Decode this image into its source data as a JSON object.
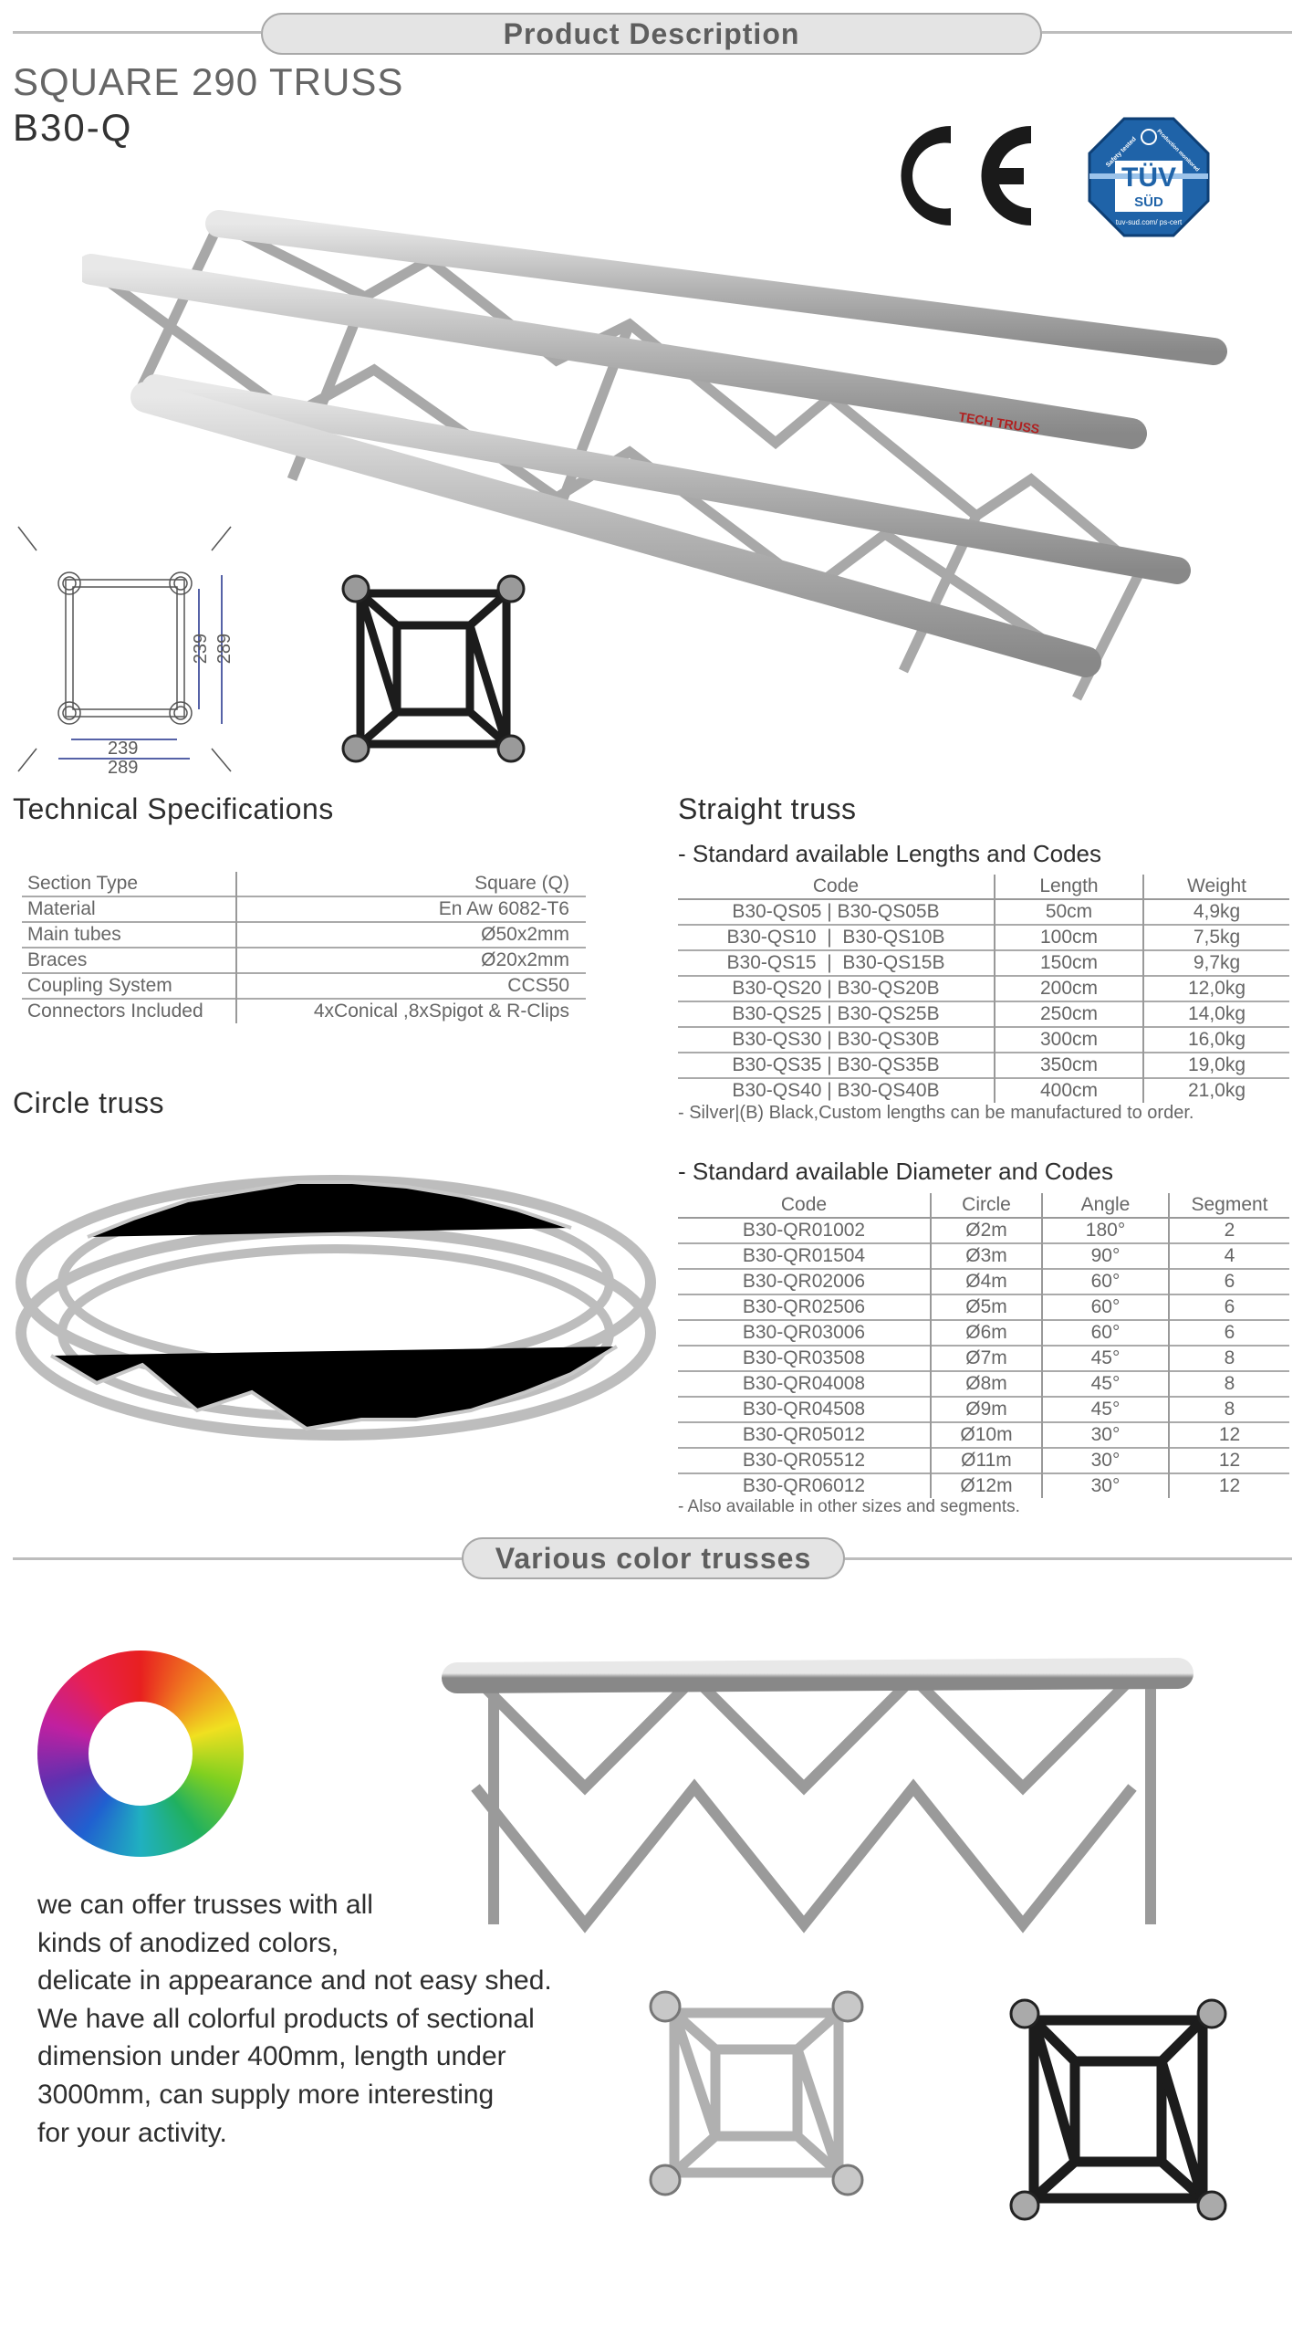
{
  "header": {
    "title": "Product Description"
  },
  "product": {
    "name": "SQUARE 290 TRUSS",
    "code": "B30-Q"
  },
  "certifications": {
    "ce": "CE",
    "tuv": {
      "top_left": "Safety tested",
      "top_right": "Production monitored",
      "name": "TÜV",
      "sub": "SÜD",
      "url": "tuv-sud.com/ ps-cert"
    }
  },
  "diagram": {
    "inner_h": "239",
    "outer_h": "289",
    "inner_w": "239",
    "outer_w": "289"
  },
  "tech_specs": {
    "title": "Technical Specifications",
    "rows": [
      {
        "label": "Section Type",
        "value": "Square (Q)"
      },
      {
        "label": "Material",
        "value": "En Aw 6082-T6"
      },
      {
        "label": "Main tubes",
        "value": "Ø50x2mm"
      },
      {
        "label": "Braces",
        "value": "Ø20x2mm"
      },
      {
        "label": "Coupling System",
        "value": "CCS50"
      },
      {
        "label": "Connectors Included",
        "value": "4xConical ,8xSpigot & R-Clips"
      }
    ]
  },
  "straight_truss": {
    "title": "Straight truss",
    "subtitle": "- Standard available Lengths and Codes",
    "columns": [
      "Code",
      "Length",
      "Weight"
    ],
    "rows": [
      [
        "B30-QS05 | B30-QS05B",
        "50cm",
        "4,9kg"
      ],
      [
        "B30-QS10  |  B30-QS10B",
        "100cm",
        "7,5kg"
      ],
      [
        "B30-QS15  |  B30-QS15B",
        "150cm",
        "9,7kg"
      ],
      [
        "B30-QS20 | B30-QS20B",
        "200cm",
        "12,0kg"
      ],
      [
        "B30-QS25 | B30-QS25B",
        "250cm",
        "14,0kg"
      ],
      [
        "B30-QS30 | B30-QS30B",
        "300cm",
        "16,0kg"
      ],
      [
        "B30-QS35 | B30-QS35B",
        "350cm",
        "19,0kg"
      ],
      [
        "B30-QS40 | B30-QS40B",
        "400cm",
        "21,0kg"
      ]
    ],
    "note": "- Silver|(B) Black,Custom lengths can be manufactured to order."
  },
  "circle_truss": {
    "title": "Circle truss",
    "subtitle": "- Standard available Diameter and Codes",
    "columns": [
      "Code",
      "Circle",
      "Angle",
      "Segment"
    ],
    "rows": [
      [
        "B30-QR01002",
        "Ø2m",
        "180°",
        "2"
      ],
      [
        "B30-QR01504",
        "Ø3m",
        "90°",
        "4"
      ],
      [
        "B30-QR02006",
        "Ø4m",
        "60°",
        "6"
      ],
      [
        "B30-QR02506",
        "Ø5m",
        "60°",
        "6"
      ],
      [
        "B30-QR03006",
        "Ø6m",
        "60°",
        "6"
      ],
      [
        "B30-QR03508",
        "Ø7m",
        "45°",
        "8"
      ],
      [
        "B30-QR04008",
        "Ø8m",
        "45°",
        "8"
      ],
      [
        "B30-QR04508",
        "Ø9m",
        "45°",
        "8"
      ],
      [
        "B30-QR05012",
        "Ø10m",
        "30°",
        "12"
      ],
      [
        "B30-QR05512",
        "Ø11m",
        "30°",
        "12"
      ],
      [
        "B30-QR06012",
        "Ø12m",
        "30°",
        "12"
      ]
    ],
    "note": "-  Also available in other sizes and segments."
  },
  "colors_section": {
    "title": "Various color trusses",
    "paragraph": [
      "we can offer trusses with all",
      "kinds of anodized colors,",
      "delicate in appearance and not easy shed.",
      "We have all colorful products of sectional",
      "dimension under 400mm, length under",
      "3000mm, can supply more interesting",
      "for your activity."
    ]
  },
  "photo_label": "TECH TRUSS",
  "colors": {
    "tuv_blue": "#1f63a8",
    "pill_bg": "#e4e4e4",
    "arrow_blue": "#1f2f8a"
  }
}
